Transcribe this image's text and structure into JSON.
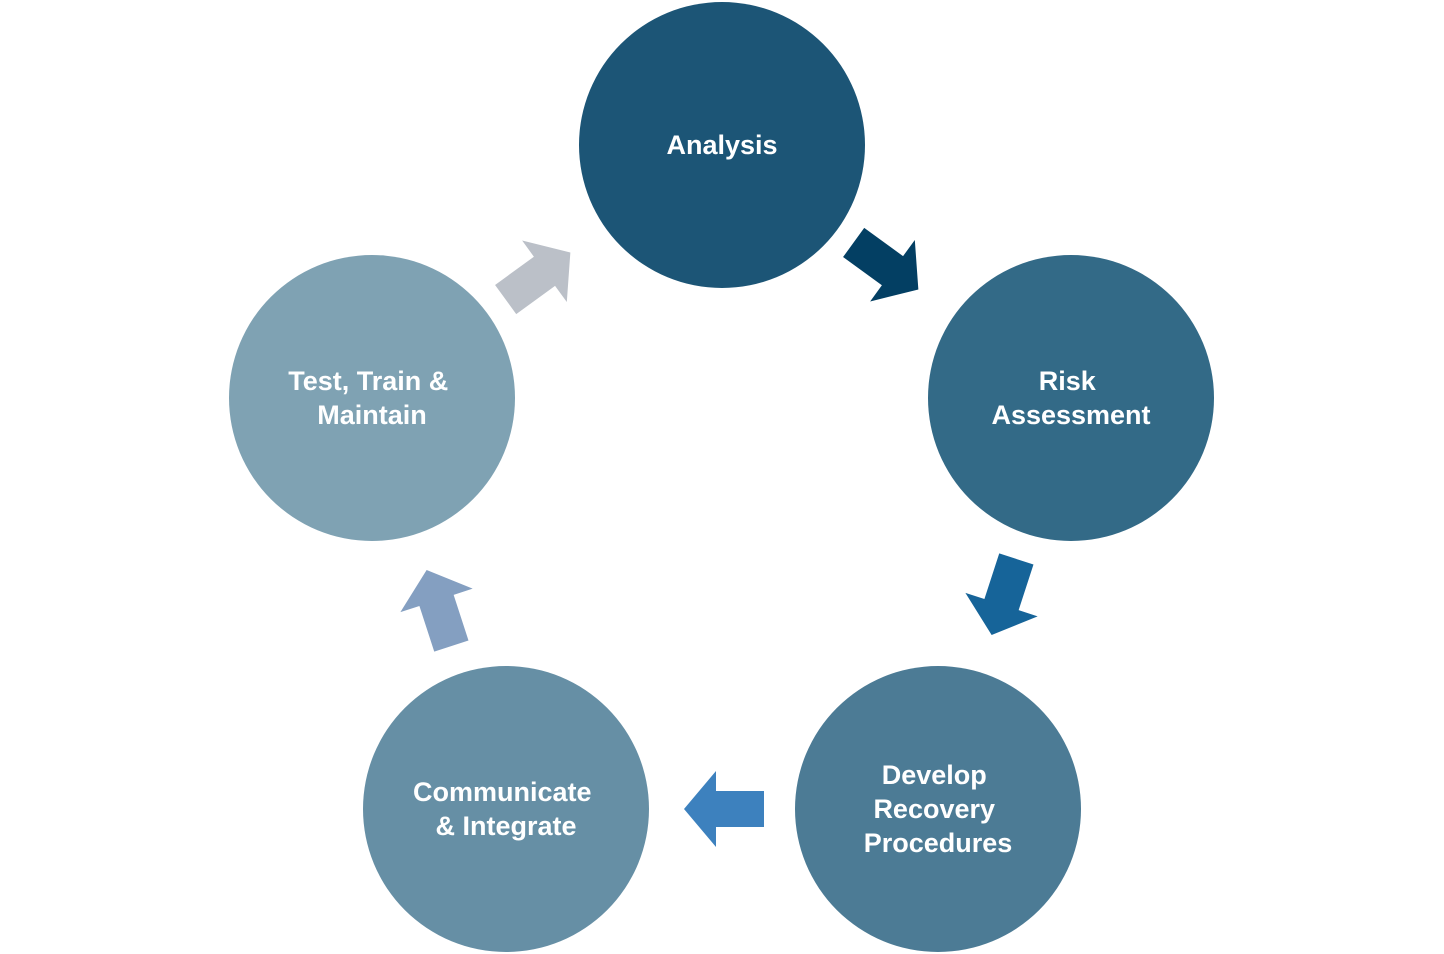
{
  "diagram": {
    "type": "cycle",
    "nodes": [
      {
        "id": "analysis",
        "lines": [
          "Analysis"
        ],
        "color": "#1c5576"
      },
      {
        "id": "risk-assessment",
        "lines": [
          "Risk",
          "Assessment"
        ],
        "color": "#336a87"
      },
      {
        "id": "develop-recovery-procedures",
        "lines": [
          "Develop",
          "Recovery",
          "Procedures"
        ],
        "color": "#4c7b95"
      },
      {
        "id": "communicate-integrate",
        "lines": [
          "Communicate",
          "& Integrate"
        ],
        "color": "#668fa5"
      },
      {
        "id": "test-train-maintain",
        "lines": [
          "Test, Train &",
          "Maintain"
        ],
        "color": "#7fa2b3"
      }
    ],
    "arrows": [
      {
        "from": "analysis",
        "to": "risk-assessment",
        "color": "#033f63"
      },
      {
        "from": "risk-assessment",
        "to": "develop-recovery-procedures",
        "color": "#166499"
      },
      {
        "from": "develop-recovery-procedures",
        "to": "communicate-integrate",
        "color": "#3d81be"
      },
      {
        "from": "communicate-integrate",
        "to": "test-train-maintain",
        "color": "#849fc1"
      },
      {
        "from": "test-train-maintain",
        "to": "analysis",
        "color": "#bbc0c8"
      }
    ]
  }
}
